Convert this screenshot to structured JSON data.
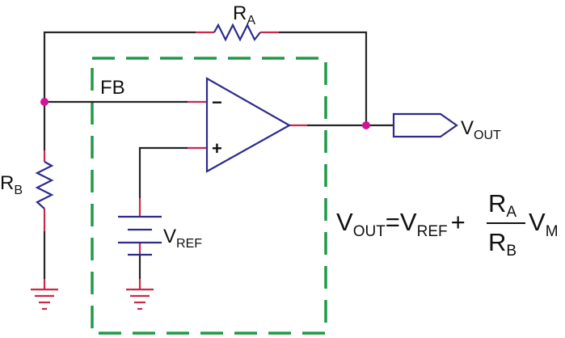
{
  "colors": {
    "wire": "#262626",
    "component": "#2e2b8c",
    "pin": "#c8284a",
    "junction": "#d4119a",
    "box": "#1f9a47",
    "text": "#111111"
  },
  "labels": {
    "ra_main": "R",
    "ra_sub": "A",
    "rb_main": "R",
    "rb_sub": "B",
    "fb": "FB",
    "vout_main": "V",
    "vout_sub": "OUT",
    "vref_main": "V",
    "vref_sub": "REF",
    "minus": "−",
    "plus": "+"
  },
  "equation": {
    "lhs_main": "V",
    "lhs_sub": "OUT",
    "equals": "=",
    "ref_main": "V",
    "ref_sub": "REF",
    "plus": "+",
    "num_main": "R",
    "num_sub": "A",
    "den_main": "R",
    "den_sub": "B",
    "vm_main": "V",
    "vm_sub": "M"
  }
}
